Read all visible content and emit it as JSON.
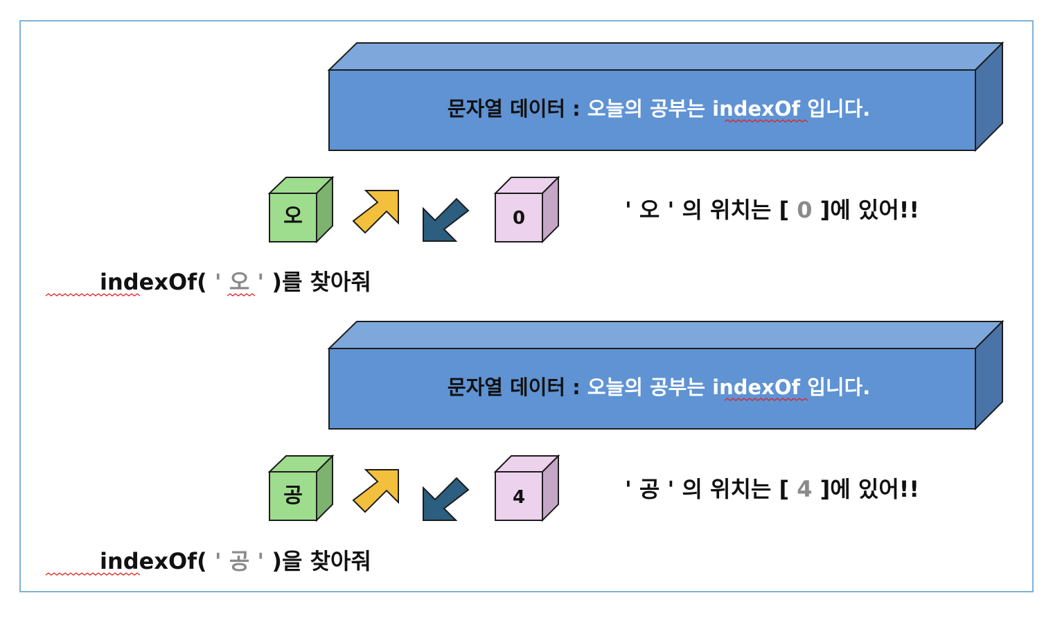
{
  "sections": [
    {
      "banner": {
        "prefix": "문자열 데이터 : ",
        "sentence_start": "오늘의 공부는 ",
        "sentence_word": "indexOf",
        "sentence_end": " 입니다."
      },
      "char_cube": {
        "label": "오",
        "color": "#9edc8e",
        "side": "#7db36f"
      },
      "index_cube": {
        "label": "0",
        "color": "#ecd2ec",
        "side": "#c6a6c6"
      },
      "result": {
        "quote_open": "' ",
        "char": "오",
        "quote_close": " ' 의 위치는 [ ",
        "index": "0",
        "tail": " ]에 있어!!"
      },
      "call": {
        "func": "indexOf(",
        "quote_open": " ' ",
        "char": "오",
        "quote_close": " ' ",
        "close": ")를",
        "tail": " 찾아줘"
      }
    },
    {
      "banner": {
        "prefix": "문자열 데이터 : ",
        "sentence_start": "오늘의 공부는 ",
        "sentence_word": "indexOf",
        "sentence_end": " 입니다."
      },
      "char_cube": {
        "label": "공",
        "color": "#9edc8e",
        "side": "#7db36f"
      },
      "index_cube": {
        "label": "4",
        "color": "#ecd2ec",
        "side": "#c6a6c6"
      },
      "result": {
        "quote_open": "' ",
        "char": "공",
        "quote_close": " ' 의 위치는 [ ",
        "index": "4",
        "tail": " ]에 있어!!"
      },
      "call": {
        "func": "indexOf(",
        "quote_open": " ' ",
        "char": "공",
        "quote_close": " ' ",
        "close": ")을",
        "tail": " 찾아줘"
      }
    }
  ],
  "colors": {
    "banner_front": "#5f93d3",
    "banner_top": "#7ea8dc",
    "banner_side": "#4a74a8",
    "arrow_up": "#f3c03d",
    "arrow_down": "#2b5e7f",
    "gray_text": "#8a8a8a",
    "frame": "#7fb0d8"
  }
}
